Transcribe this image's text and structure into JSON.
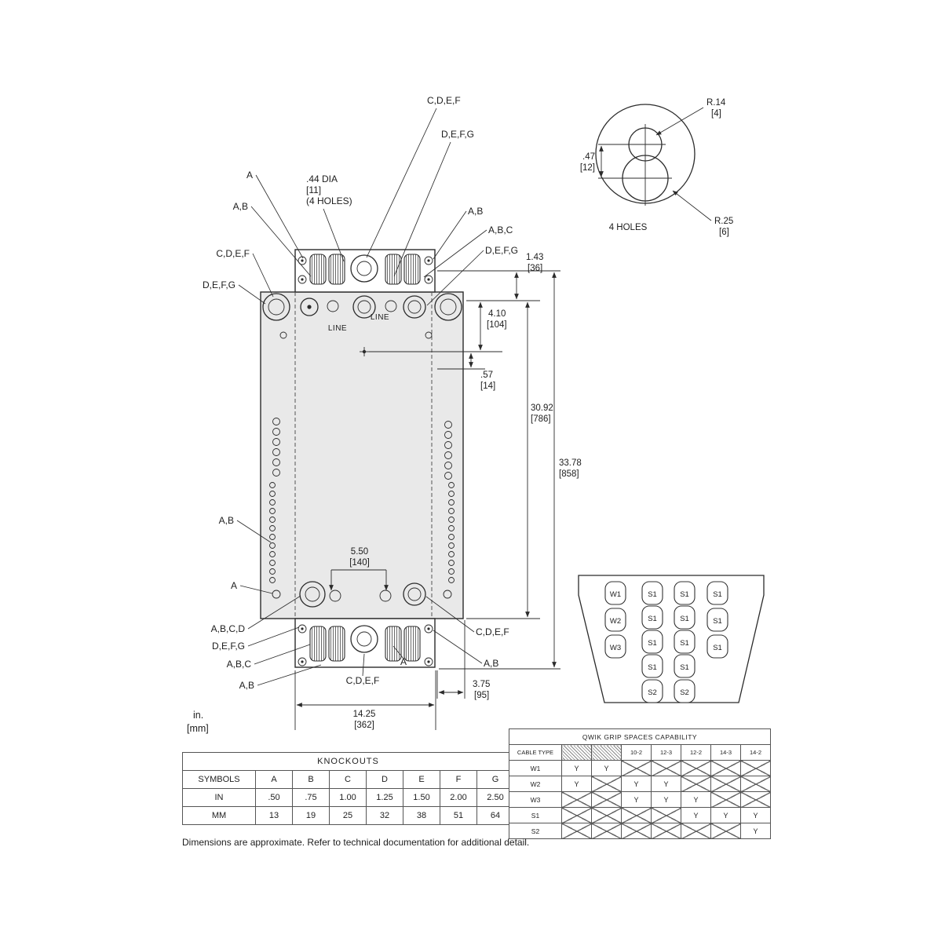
{
  "units": {
    "line1": "in.",
    "line2": "[mm]"
  },
  "footer": "Dimensions are approximate. Refer to technical documentation for additional detail.",
  "colors": {
    "body_fill": "#e9e9e9",
    "line": "#2b2b2b"
  },
  "drawing": {
    "labels": {
      "a_top": "A",
      "ab_topleft": "A,B",
      "cdef_left": "C,D,E,F",
      "defg_left": "D,E,F,G",
      "dia_line1": ".44  DIA",
      "dia_line2": "[11]",
      "dia_line3": "(4 HOLES)",
      "cdef_top": "C,D,E,F",
      "defg_top": "D,E,F,G",
      "ab_right": "A,B",
      "abc_right": "A,B,C",
      "defg_right": "D,E,F,G",
      "line_left": "LINE",
      "line_right": "LINE",
      "ab_left_mid": "A,B",
      "a_left_bottom": "A",
      "abcd_bottom": "A,B,C,D",
      "defg_bottom": "D,E,F,G",
      "abc_bottom": "A,B,C",
      "ab_bottom": "A,B",
      "cdef_bottom_center": "C,D,E,F",
      "a_bottom_center": "A",
      "cdef_bottom_right": "C,D,E,F",
      "ab_bottom_right": "A,B"
    },
    "dims": {
      "h143": {
        "in": "1.43",
        "mm": "[36]"
      },
      "h410": {
        "in": "4.10",
        "mm": "[104]"
      },
      "h057": {
        "in": ".57",
        "mm": "[14]"
      },
      "h3092": {
        "in": "30.92",
        "mm": "[786]"
      },
      "h3378": {
        "in": "33.78",
        "mm": "[858]"
      },
      "w550": {
        "in": "5.50",
        "mm": "[140]"
      },
      "w1425": {
        "in": "14.25",
        "mm": "[362]"
      },
      "w375": {
        "in": "3.75",
        "mm": "[95]"
      }
    }
  },
  "detail": {
    "r14": {
      "label": "R.14",
      "mm": "[4]"
    },
    "r25": {
      "label": "R.25",
      "mm": "[6]"
    },
    "d47": {
      "in": ".47",
      "mm": "[12]"
    },
    "holes": "4  HOLES"
  },
  "grip": {
    "col1": [
      "W1",
      "W2",
      "W3"
    ],
    "col2": [
      "S1",
      "S1",
      "S1",
      "S1",
      "S2"
    ],
    "col3": [
      "S1",
      "S1",
      "S1",
      "S1",
      "S2"
    ],
    "col4": [
      "S1",
      "S1",
      "S1"
    ]
  },
  "knockouts_table": {
    "title": "KNOCKOUTS",
    "rows": [
      [
        "SYMBOLS",
        "A",
        "B",
        "C",
        "D",
        "E",
        "F",
        "G"
      ],
      [
        "IN",
        ".50",
        ".75",
        "1.00",
        "1.25",
        "1.50",
        "2.00",
        "2.50"
      ],
      [
        "MM",
        "13",
        "19",
        "25",
        "32",
        "38",
        "51",
        "64"
      ]
    ]
  },
  "grip_table": {
    "title": "QWIK GRIP SPACES CAPABILITY",
    "col_header": "CABLE TYPE",
    "headers": [
      "#",
      "#",
      "10-2",
      "12-3",
      "12-2",
      "14-3",
      "14-2"
    ],
    "rows": [
      {
        "label": "W1",
        "cells": [
          "Y",
          "Y",
          "X",
          "X",
          "X",
          "X",
          "X"
        ]
      },
      {
        "label": "W2",
        "cells": [
          "Y",
          "X",
          "Y",
          "Y",
          "X",
          "X",
          "X"
        ]
      },
      {
        "label": "W3",
        "cells": [
          "X",
          "X",
          "Y",
          "Y",
          "Y",
          "X",
          "X"
        ]
      },
      {
        "label": "S1",
        "cells": [
          "X",
          "X",
          "X",
          "X",
          "Y",
          "Y",
          "Y"
        ]
      },
      {
        "label": "S2",
        "cells": [
          "X",
          "X",
          "X",
          "X",
          "X",
          "X",
          "Y"
        ]
      }
    ]
  }
}
